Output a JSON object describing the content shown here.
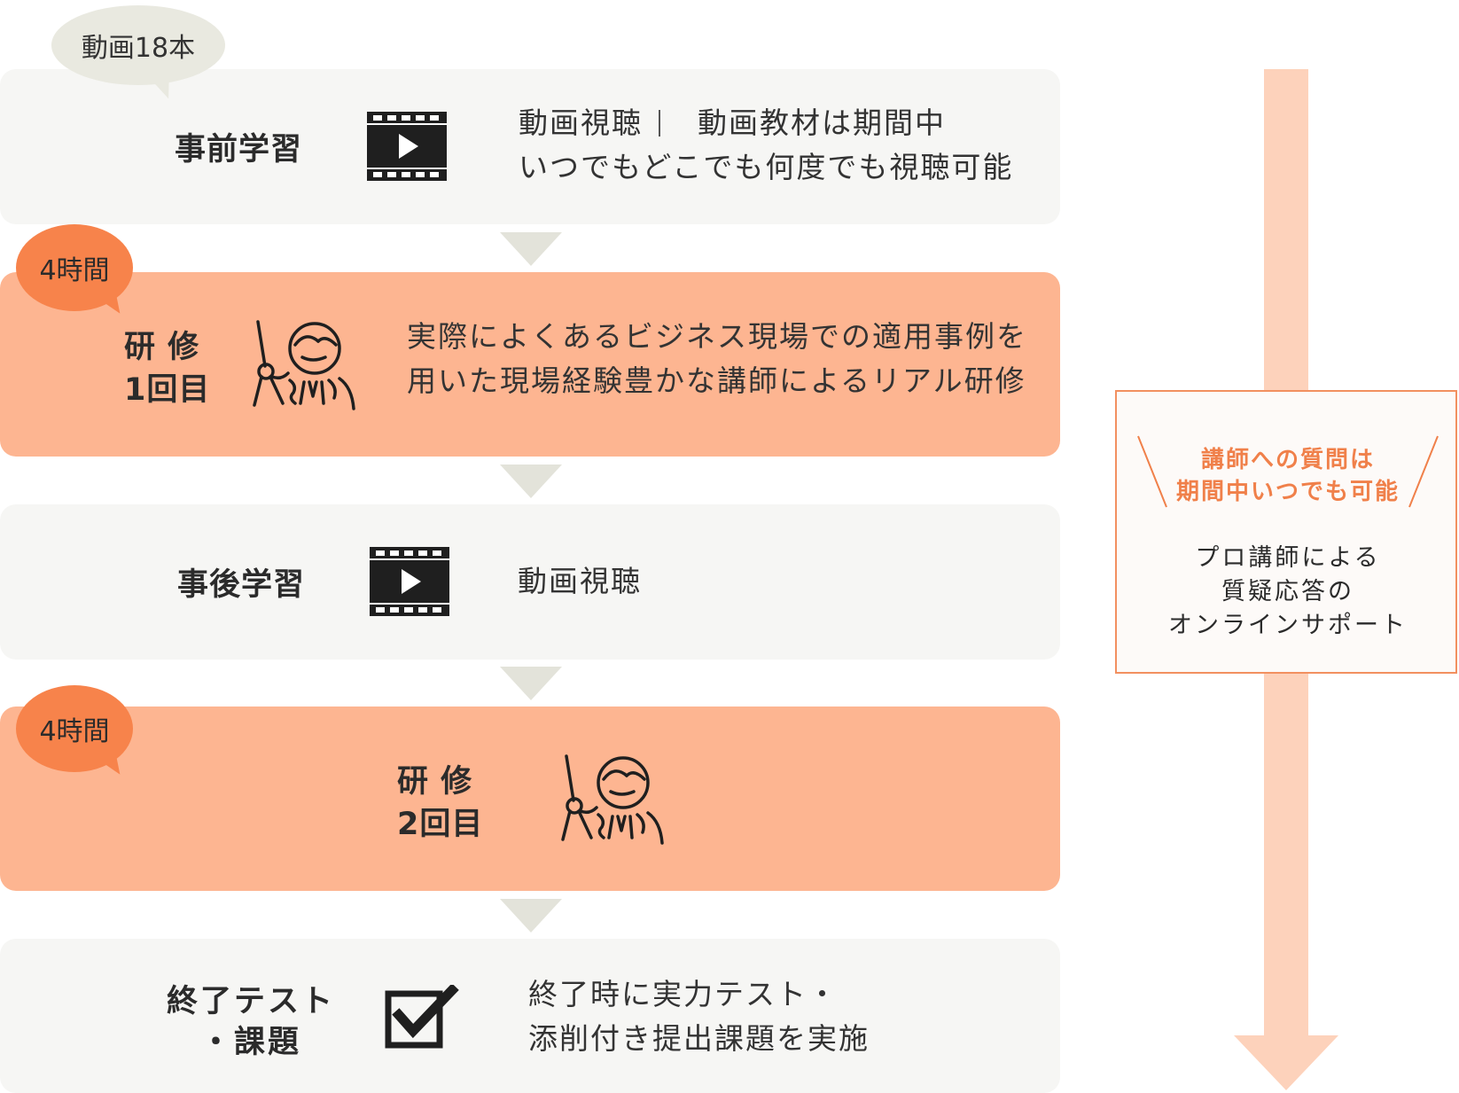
{
  "steps": [
    {
      "title": "事前学習",
      "badge": "動画18本",
      "icon": "video-film-icon",
      "desc_line1_a": "動画視聴",
      "desc_line1_b": "動画教材は期間中",
      "desc_line2": "いつでもどこでも何度でも視聴可能"
    },
    {
      "title_line1": "研 修",
      "title_line2": "1回目",
      "badge": "4時間",
      "icon": "lecturer-icon",
      "desc_line1": "実際によくあるビジネス現場での適用事例を",
      "desc_line2": "用いた現場経験豊かな講師によるリアル研修"
    },
    {
      "title": "事後学習",
      "icon": "video-film-icon",
      "desc_line1": "動画視聴"
    },
    {
      "title_line1": "研 修",
      "title_line2": "2回目",
      "badge": "4時間",
      "icon": "lecturer-icon"
    },
    {
      "title_line1": "終了テスト",
      "title_line2": "・課題",
      "icon": "checkbox-checked-icon",
      "desc_line1": "終了時に実力テスト・",
      "desc_line2": "添削付き提出課題を実施"
    }
  ],
  "support": {
    "question_line1": "講師への質問は",
    "question_line2": "期間中いつでも可能",
    "line1": "プロ講師による",
    "line2": "質疑応答の",
    "line3": "オンラインサポート"
  },
  "colors": {
    "panel_light": "#f6f6f4",
    "panel_orange": "#fdb591",
    "badge_orange": "#f7834b",
    "badge_gray": "#e9e9e0",
    "arrow": "#fdd2bb",
    "accent": "#f0804a"
  }
}
